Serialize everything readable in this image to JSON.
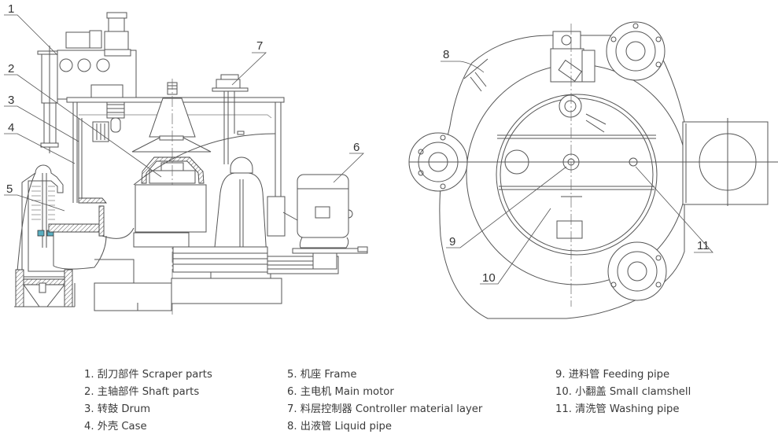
{
  "callouts": [
    "1",
    "2",
    "3",
    "4",
    "5",
    "6",
    "7",
    "8",
    "9",
    "10",
    "11"
  ],
  "legend": {
    "column1": [
      "1. 刮刀部件 Scraper parts",
      "2. 主轴部件 Shaft parts",
      "3. 转鼓 Drum",
      "4. 外壳 Case"
    ],
    "column2": [
      "5. 机座 Frame",
      "6. 主电机 Main motor",
      "7. 料层控制器 Controller material layer",
      "8. 出液管 Liquid pipe"
    ],
    "column3": [
      "9. 进料管 Feeding pipe",
      "10. 小翻盖 Small clamshell",
      "11. 清洗管 Washing pipe"
    ]
  },
  "colors": {
    "line": "#555555",
    "accent_seal": "#5aaec0",
    "text": "#3a3a3a"
  }
}
